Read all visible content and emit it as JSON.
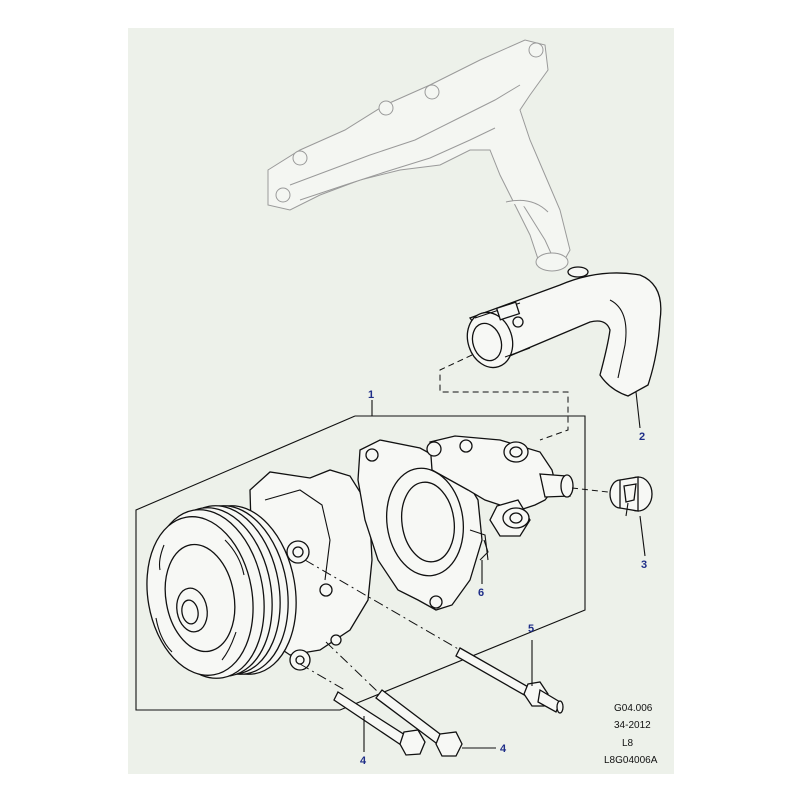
{
  "callouts": {
    "c1": "1",
    "c2": "2",
    "c3": "3",
    "c4a": "4",
    "c4b": "4",
    "c5": "5",
    "c6": "6"
  },
  "info": {
    "code": "G04.006",
    "date": "34-2012",
    "model": "L8",
    "ref": "L8G04006A"
  },
  "colors": {
    "panel_bg": "#edf1ea",
    "callout_text": "#1f2e88",
    "line": "#111111"
  }
}
